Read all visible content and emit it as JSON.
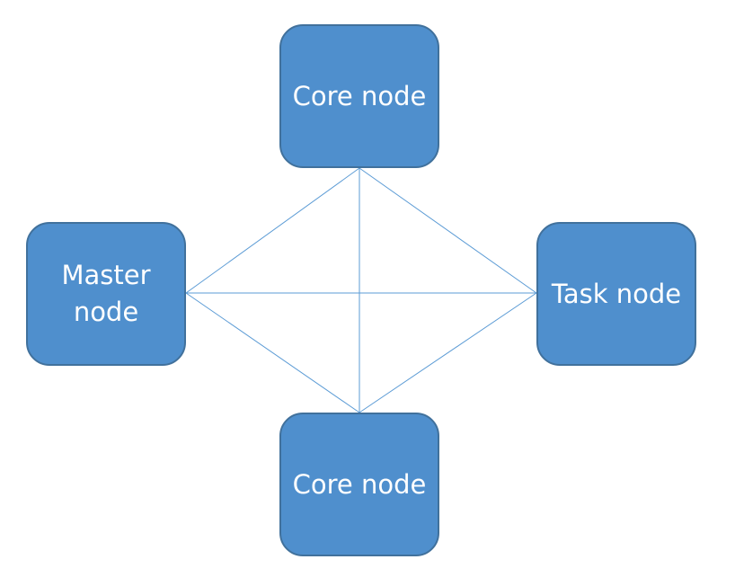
{
  "colors": {
    "node_fill": "#4f8fcd",
    "node_border": "#41719c",
    "connector": "#5b9bd5"
  },
  "nodes": {
    "core_top": {
      "label": "Core node"
    },
    "master": {
      "label": "Master node"
    },
    "task": {
      "label": "Task node"
    },
    "core_bottom": {
      "label": "Core node"
    }
  },
  "connections": [
    [
      "master",
      "core_top"
    ],
    [
      "master",
      "task"
    ],
    [
      "master",
      "core_bottom"
    ],
    [
      "core_top",
      "task"
    ],
    [
      "core_top",
      "core_bottom"
    ],
    [
      "task",
      "core_bottom"
    ]
  ]
}
